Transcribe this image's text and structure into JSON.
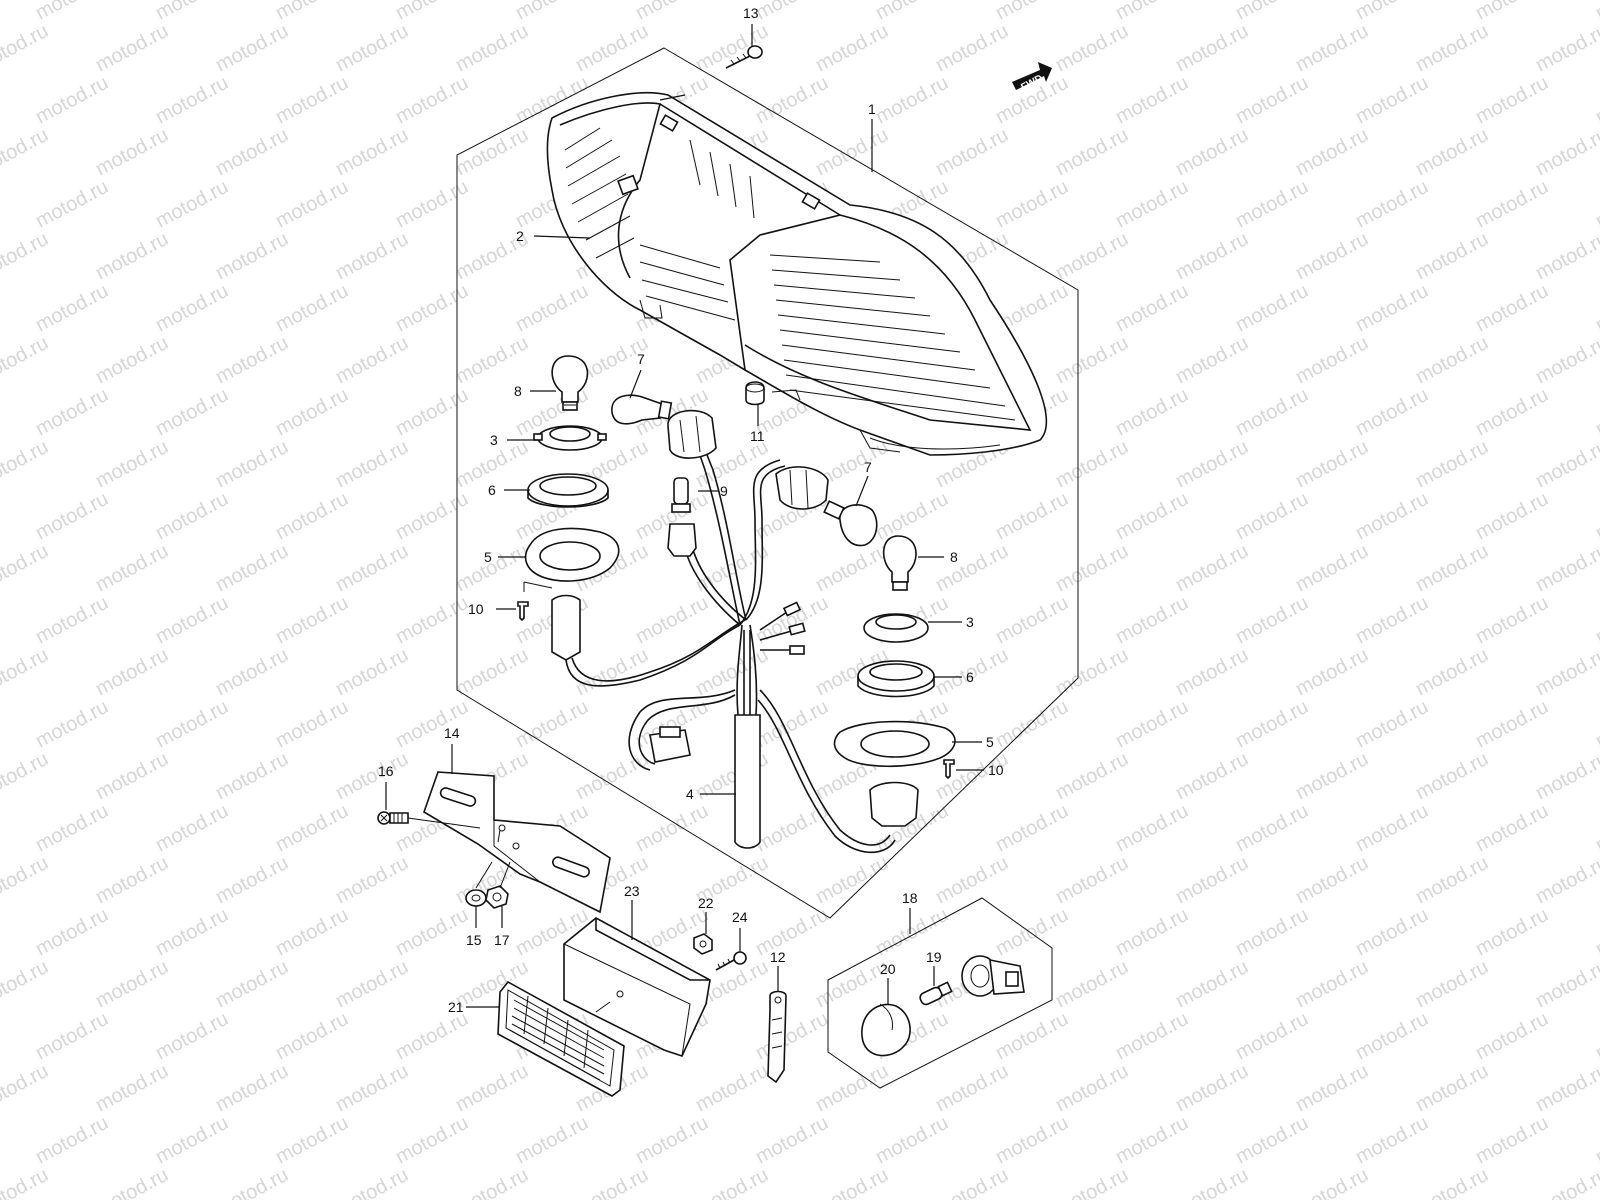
{
  "diagram": {
    "watermark": "motod.ru",
    "fwd_label": "FWD",
    "callouts": {
      "p1": "1",
      "p2": "2",
      "p3a": "3",
      "p3b": "3",
      "p4": "4",
      "p5a": "5",
      "p5b": "5",
      "p6a": "6",
      "p6b": "6",
      "p7a": "7",
      "p7b": "7",
      "p8a": "8",
      "p8b": "8",
      "p9": "9",
      "p10a": "10",
      "p10b": "10",
      "p11": "11",
      "p12": "12",
      "p13": "13",
      "p14": "14",
      "p15": "15",
      "p16": "16",
      "p17": "17",
      "p18": "18",
      "p19": "19",
      "p20": "20",
      "p21": "21",
      "p22": "22",
      "p23": "23",
      "p24": "24"
    }
  }
}
